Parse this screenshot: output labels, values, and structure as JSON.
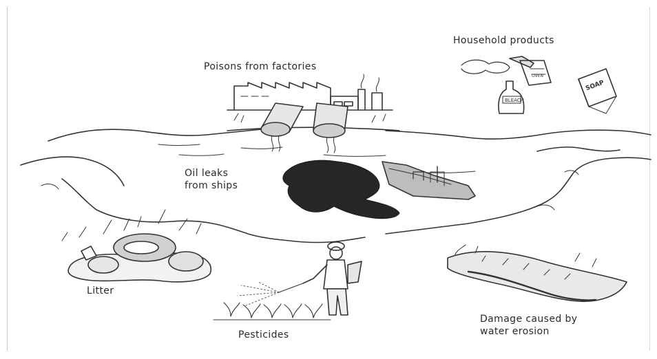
{
  "labels": {
    "household_products": "Household products",
    "poisons_from_factories": "Poisons from factories",
    "oil_leaks_line1": "Oil leaks",
    "oil_leaks_line2": "from ships",
    "litter": "Litter",
    "pesticides": "Pesticides",
    "damage_line1": "Damage caused by",
    "damage_line2": "water erosion"
  },
  "product_labels": {
    "bottle": "BLEACH",
    "box": "SOAP",
    "spray": "OVEN"
  }
}
